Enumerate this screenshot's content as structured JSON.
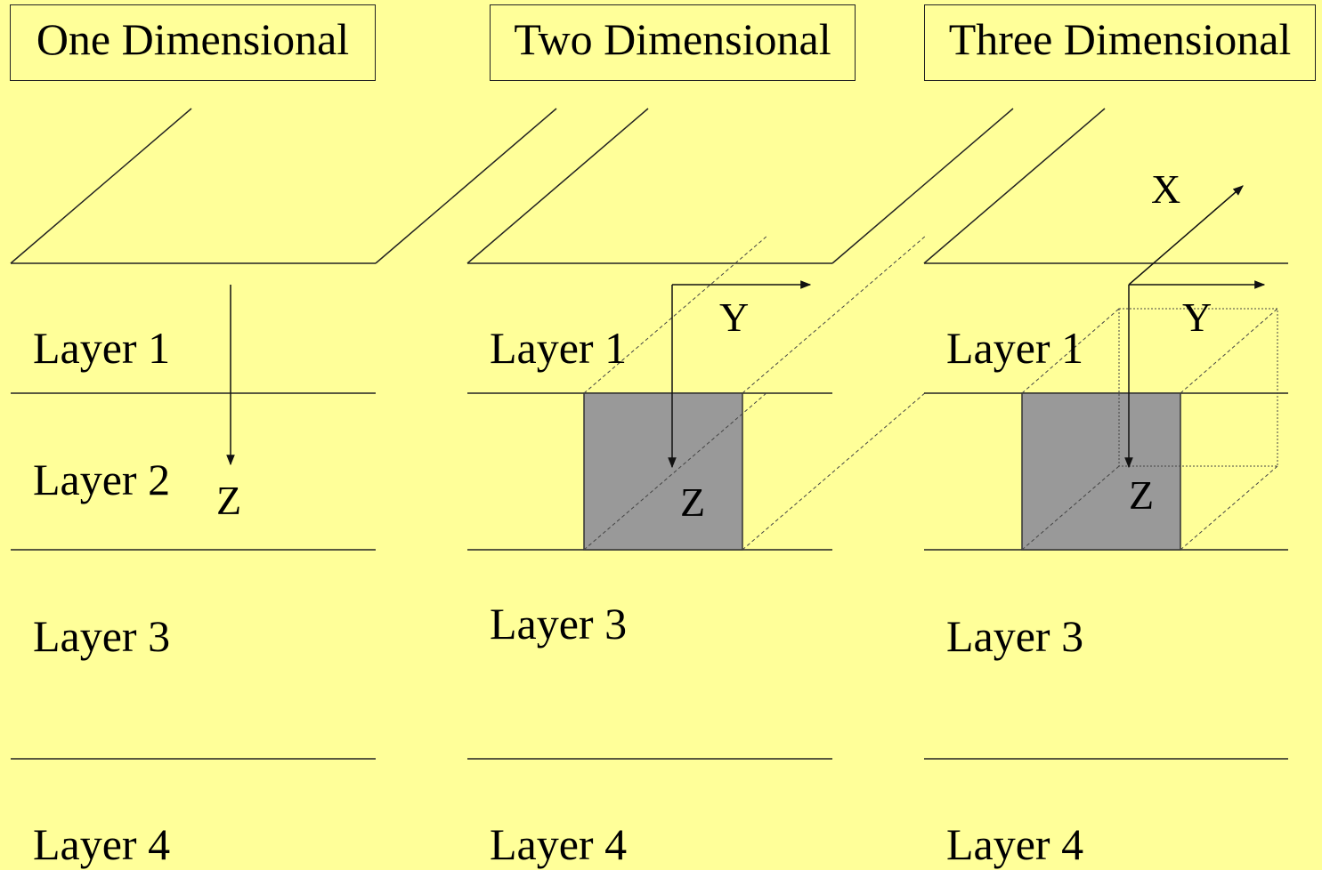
{
  "panels": [
    {
      "title": "One Dimensional",
      "layers": [
        "Layer 1",
        "Layer 2",
        "Layer 3",
        "Layer 4"
      ],
      "axes": {
        "z": "Z"
      }
    },
    {
      "title": "Two Dimensional",
      "layers": [
        "Layer 1",
        "Layer 3",
        "Layer 4"
      ],
      "axes": {
        "y": "Y",
        "z": "Z"
      }
    },
    {
      "title": "Three Dimensional",
      "layers": [
        "Layer 1",
        "Layer 3",
        "Layer 4"
      ],
      "axes": {
        "x": "X",
        "y": "Y",
        "z": "Z"
      }
    }
  ],
  "colors": {
    "background": "#ffff99",
    "block_fill": "#999999",
    "line": "#222222"
  }
}
